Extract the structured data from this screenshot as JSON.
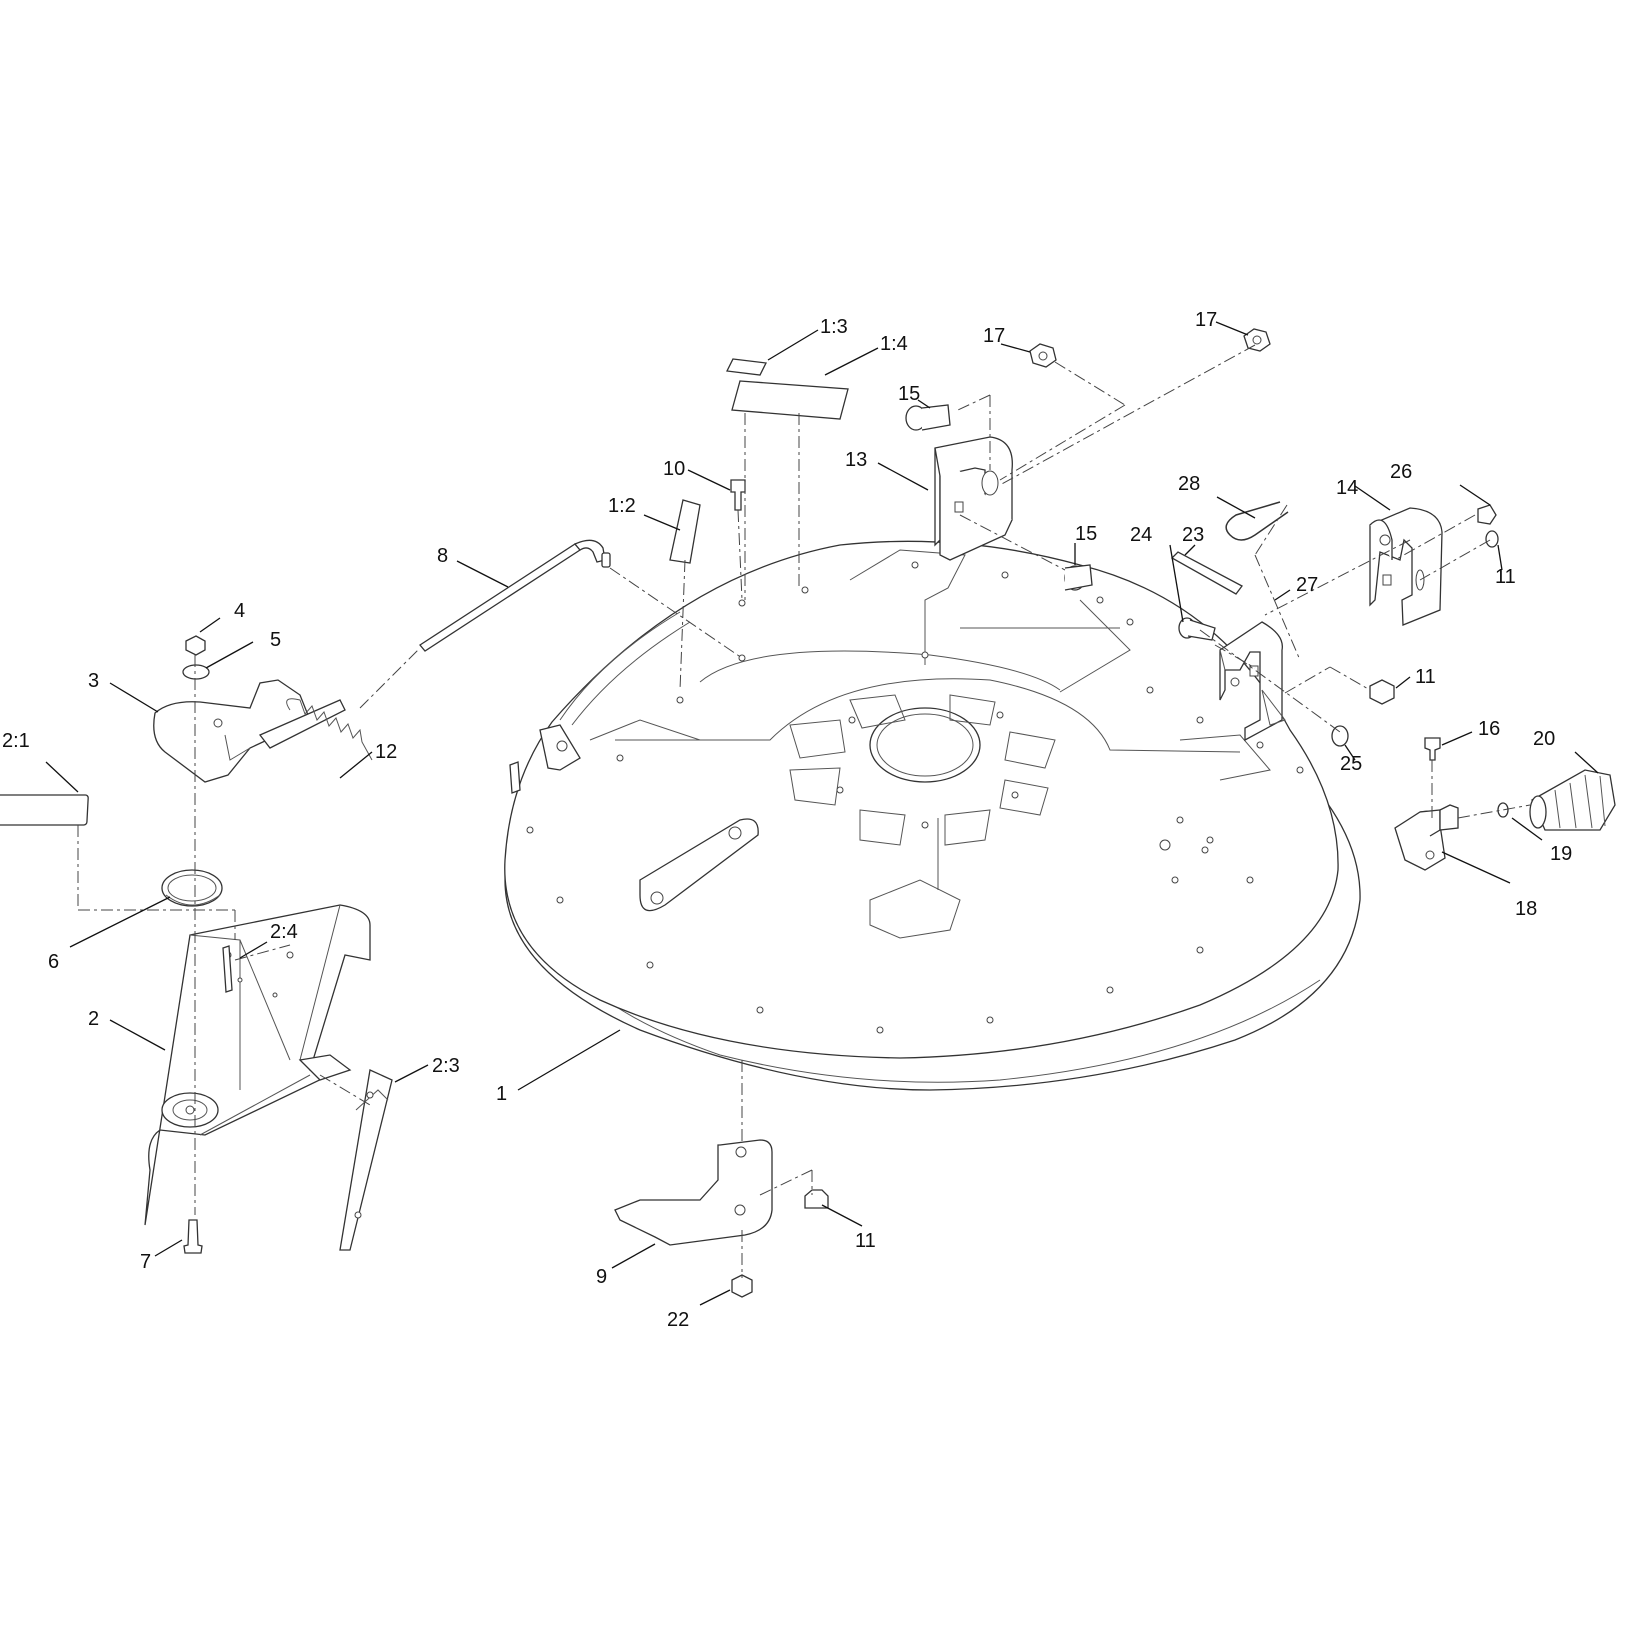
{
  "callouts": [
    {
      "id": "c1",
      "text": "1"
    },
    {
      "id": "c1-2",
      "text": "1:2"
    },
    {
      "id": "c1-3",
      "text": "1:3"
    },
    {
      "id": "c1-4",
      "text": "1:4"
    },
    {
      "id": "c2",
      "text": "2"
    },
    {
      "id": "c2-1",
      "text": "2:1"
    },
    {
      "id": "c2-3",
      "text": "2:3"
    },
    {
      "id": "c2-4",
      "text": "2:4"
    },
    {
      "id": "c3",
      "text": "3"
    },
    {
      "id": "c4",
      "text": "4"
    },
    {
      "id": "c5",
      "text": "5"
    },
    {
      "id": "c6",
      "text": "6"
    },
    {
      "id": "c7",
      "text": "7"
    },
    {
      "id": "c8",
      "text": "8"
    },
    {
      "id": "c9",
      "text": "9"
    },
    {
      "id": "c10",
      "text": "10"
    },
    {
      "id": "c11a",
      "text": "11"
    },
    {
      "id": "c11b",
      "text": "11"
    },
    {
      "id": "c11c",
      "text": "11"
    },
    {
      "id": "c12",
      "text": "12"
    },
    {
      "id": "c13",
      "text": "13"
    },
    {
      "id": "c14",
      "text": "14"
    },
    {
      "id": "c15a",
      "text": "15"
    },
    {
      "id": "c15b",
      "text": "15"
    },
    {
      "id": "c16",
      "text": "16"
    },
    {
      "id": "c17a",
      "text": "17"
    },
    {
      "id": "c17b",
      "text": "17"
    },
    {
      "id": "c18",
      "text": "18"
    },
    {
      "id": "c19",
      "text": "19"
    },
    {
      "id": "c20",
      "text": "20"
    },
    {
      "id": "c22",
      "text": "22"
    },
    {
      "id": "c23",
      "text": "23"
    },
    {
      "id": "c24",
      "text": "24"
    },
    {
      "id": "c25",
      "text": "25"
    },
    {
      "id": "c26",
      "text": "26"
    },
    {
      "id": "c27",
      "text": "27"
    },
    {
      "id": "c28",
      "text": "28"
    }
  ]
}
